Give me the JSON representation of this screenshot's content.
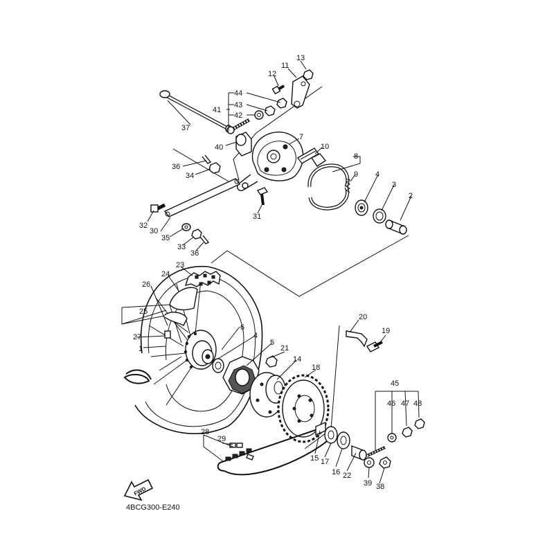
{
  "diagram_code": "4BCG300-E240",
  "fwd_label": "FWD",
  "callouts": [
    {
      "id": "c1",
      "text": "1"
    },
    {
      "id": "c2",
      "text": "2"
    },
    {
      "id": "c3",
      "text": "3"
    },
    {
      "id": "c4a",
      "text": "4"
    },
    {
      "id": "c4b",
      "text": "4"
    },
    {
      "id": "c5",
      "text": "5"
    },
    {
      "id": "c6",
      "text": "6"
    },
    {
      "id": "c7",
      "text": "7"
    },
    {
      "id": "c8",
      "text": "8"
    },
    {
      "id": "c9",
      "text": "9"
    },
    {
      "id": "c10",
      "text": "10"
    },
    {
      "id": "c11",
      "text": "11"
    },
    {
      "id": "c12",
      "text": "12"
    },
    {
      "id": "c13",
      "text": "13"
    },
    {
      "id": "c14",
      "text": "14"
    },
    {
      "id": "c15",
      "text": "15"
    },
    {
      "id": "c16",
      "text": "16"
    },
    {
      "id": "c17",
      "text": "17"
    },
    {
      "id": "c18",
      "text": "18"
    },
    {
      "id": "c19",
      "text": "19"
    },
    {
      "id": "c20",
      "text": "20"
    },
    {
      "id": "c21",
      "text": "21"
    },
    {
      "id": "c22",
      "text": "22"
    },
    {
      "id": "c23",
      "text": "23"
    },
    {
      "id": "c24",
      "text": "24"
    },
    {
      "id": "c25",
      "text": "25"
    },
    {
      "id": "c26",
      "text": "26"
    },
    {
      "id": "c27",
      "text": "27"
    },
    {
      "id": "c28",
      "text": "28"
    },
    {
      "id": "c29",
      "text": "29"
    },
    {
      "id": "c30",
      "text": "30"
    },
    {
      "id": "c31",
      "text": "31"
    },
    {
      "id": "c32",
      "text": "32"
    },
    {
      "id": "c33",
      "text": "33"
    },
    {
      "id": "c34",
      "text": "34"
    },
    {
      "id": "c35",
      "text": "35"
    },
    {
      "id": "c36a",
      "text": "36"
    },
    {
      "id": "c36b",
      "text": "36"
    },
    {
      "id": "c37",
      "text": "37"
    },
    {
      "id": "c38",
      "text": "38"
    },
    {
      "id": "c39",
      "text": "39"
    },
    {
      "id": "c40",
      "text": "40"
    },
    {
      "id": "c41",
      "text": "41"
    },
    {
      "id": "c42",
      "text": "42"
    },
    {
      "id": "c43",
      "text": "43"
    },
    {
      "id": "c44",
      "text": "44"
    },
    {
      "id": "c45",
      "text": "45"
    },
    {
      "id": "c46",
      "text": "46"
    },
    {
      "id": "c47",
      "text": "47"
    },
    {
      "id": "c48",
      "text": "48"
    }
  ]
}
